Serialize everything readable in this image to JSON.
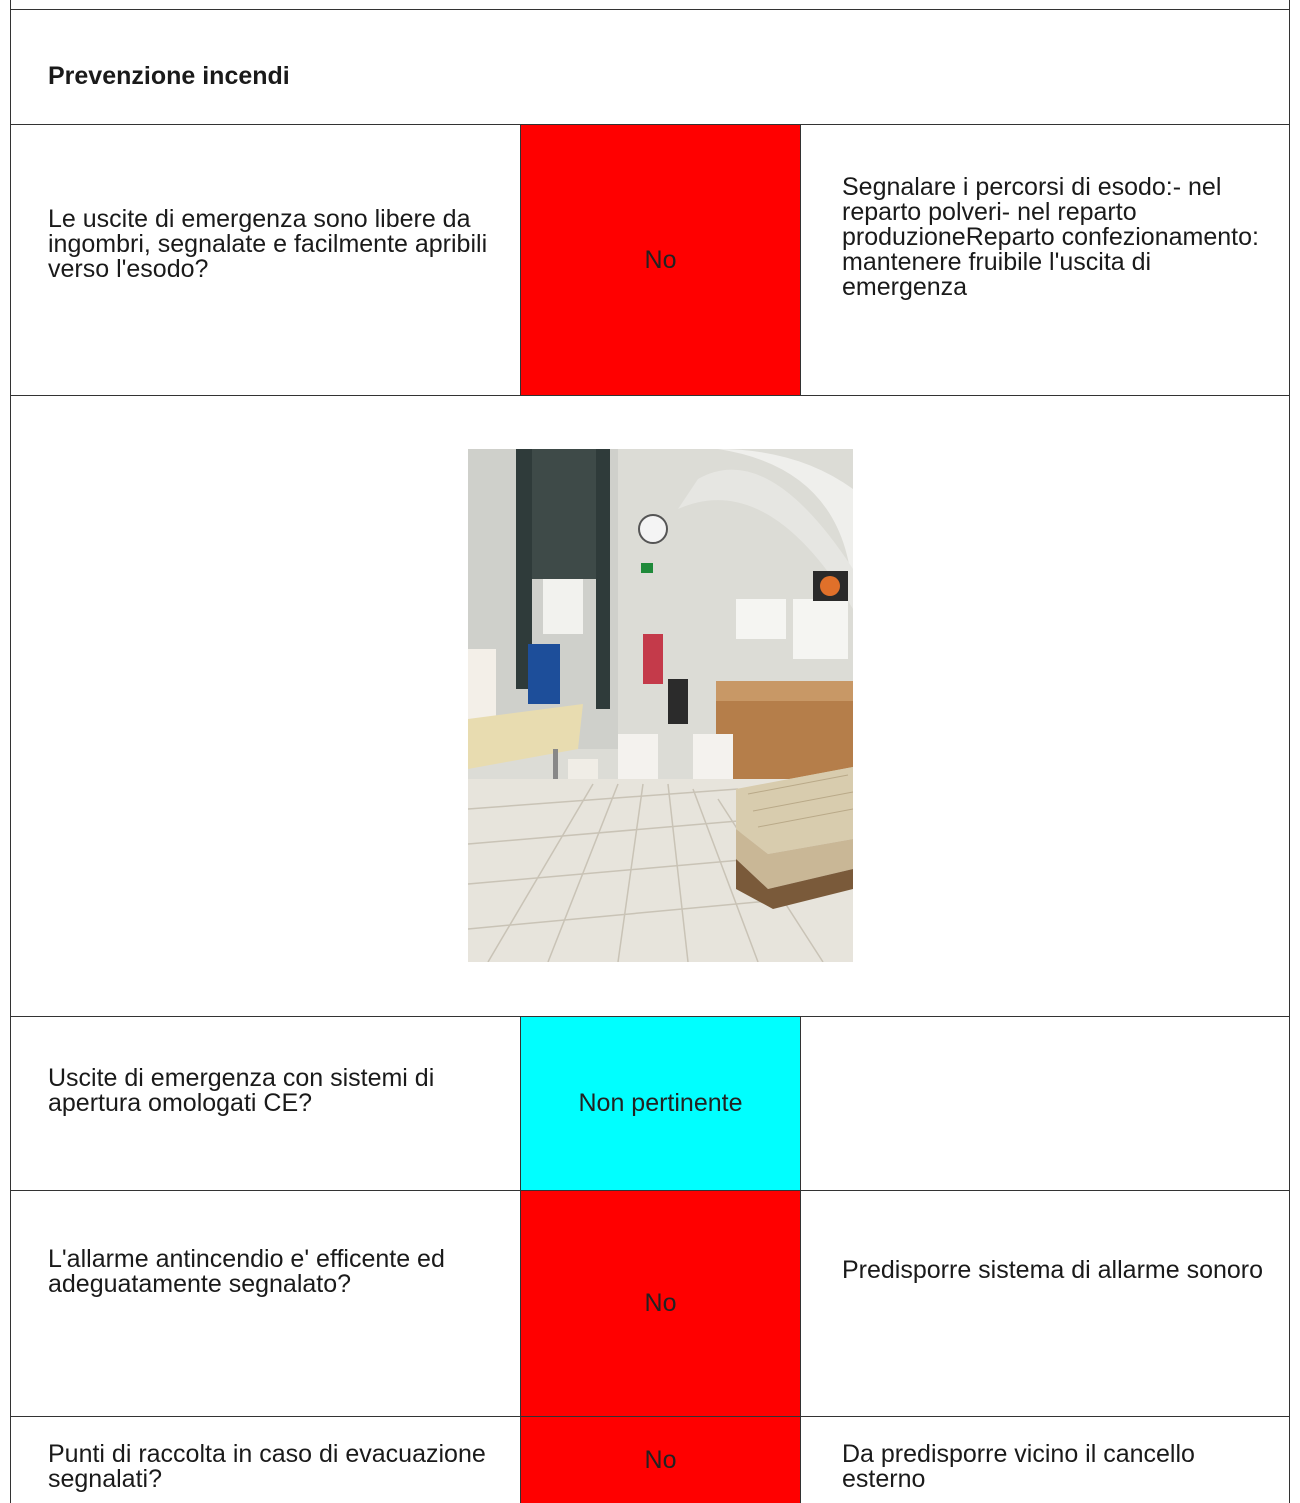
{
  "section": {
    "title": "Prevenzione incendi"
  },
  "rows": [
    {
      "question": "Le uscite di emergenza sono libere da ingombri, segnalate e facilmente apribili verso l'esodo?",
      "status": "No",
      "status_color": "#ff0000",
      "note": "Segnalare i percorsi di esodo:- nel reparto polveri- nel reparto produzioneReparto confezionamento: mantenere fruibile l'uscita di emergenza"
    },
    {
      "question": "Uscite di emergenza con sistemi di apertura omologati CE?",
      "status": "Non pertinente",
      "status_color": "#00ffff",
      "note": ""
    },
    {
      "question": "L'allarme antincendio e' efficente ed adeguatamente segnalato?",
      "status": "No",
      "status_color": "#ff0000",
      "note": "Predisporre sistema di allarme sonoro"
    },
    {
      "question": "Punti di raccolta in caso di evacuazione segnalati?",
      "status": "No",
      "status_color": "#ff0000",
      "note": "Da predisporre vicino il cancello esterno"
    }
  ]
}
